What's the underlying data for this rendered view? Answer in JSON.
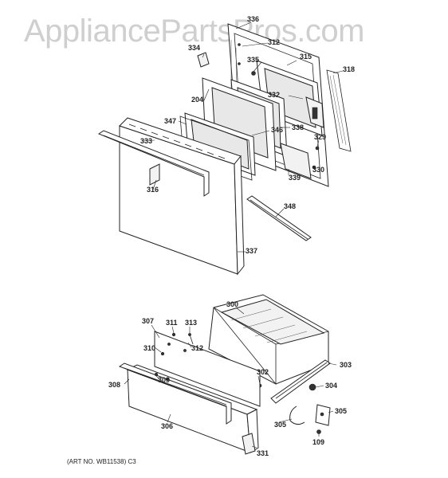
{
  "watermark": "AppliancePartsPros.com",
  "art_number": "(ART NO. WB11538) C3",
  "callouts": {
    "c336": "336",
    "c334": "334",
    "c312a": "312",
    "c335": "335",
    "c315": "315",
    "c318": "318",
    "c204": "204",
    "c332": "332",
    "c347": "347",
    "c346": "346",
    "c338": "338",
    "c333": "333",
    "c329": "329",
    "c330": "330",
    "c339": "339",
    "c316": "316",
    "c348": "348",
    "c337": "337",
    "c300": "300",
    "c307": "307",
    "c311": "311",
    "c313": "313",
    "c310": "310",
    "c312b": "312",
    "c303": "303",
    "c309": "309",
    "c302": "302",
    "c308": "308",
    "c304": "304",
    "c305a": "305",
    "c305b": "305",
    "c306": "306",
    "c109": "109",
    "c331": "331"
  }
}
